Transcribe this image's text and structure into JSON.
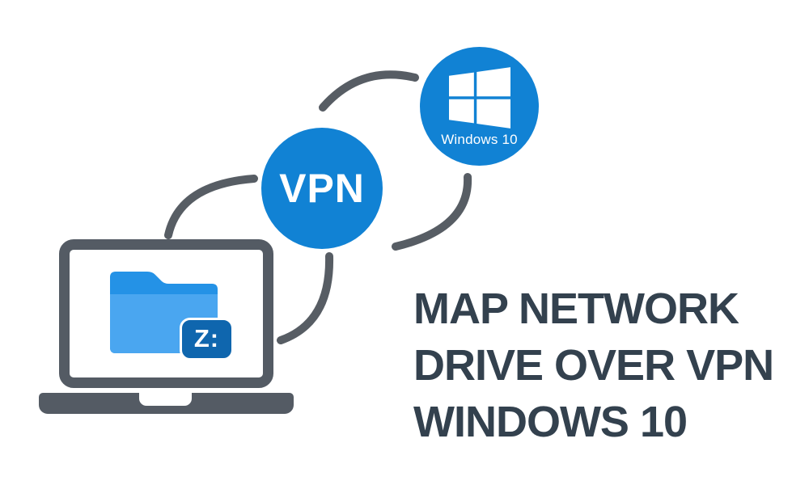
{
  "diagram": {
    "background": "#ffffff",
    "headline": {
      "line1": "MAP NETWORK",
      "line2": "DRIVE OVER VPN",
      "line3": "WINDOWS 10",
      "color": "#33414e"
    },
    "vpn_node": {
      "label": "VPN",
      "circle_color": "#1182d4",
      "text_color": "#ffffff"
    },
    "windows_node": {
      "label": "Windows 10",
      "circle_color": "#1182d4",
      "icon": "windows-logo-icon",
      "logo_color": "#ffffff",
      "text_color": "#ffffff"
    },
    "laptop_node": {
      "icon": "folder-icon",
      "drive_badge_label": "Z:",
      "frame_color": "#545b64",
      "screen_color": "#ffffff",
      "folder_back_color": "#2492e6",
      "folder_front_color": "#4aa6f0",
      "drive_badge_color": "#0f66ae",
      "drive_badge_text_color": "#ffffff"
    },
    "connectors": {
      "color": "#575d64",
      "count": 4,
      "style": "curved arc segments linking laptop, VPN node and Windows 10 node"
    }
  }
}
